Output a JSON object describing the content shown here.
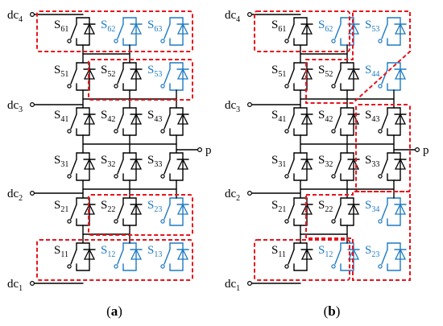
{
  "colors": {
    "normal": "#000000",
    "highlight": "#1e7ac3",
    "boundary": "#e8141c"
  },
  "terminals": {
    "dc4": {
      "base": "dc",
      "sub": "4"
    },
    "dc3": {
      "base": "dc",
      "sub": "3"
    },
    "dc2": {
      "base": "dc",
      "sub": "2"
    },
    "dc1": {
      "base": "dc",
      "sub": "1"
    },
    "p": "p"
  },
  "panels": [
    {
      "id": "a",
      "caption": "a",
      "switches": [
        {
          "label": "61",
          "highlighted": false
        },
        {
          "label": "62",
          "highlighted": true
        },
        {
          "label": "63",
          "highlighted": true
        },
        {
          "label": "51",
          "highlighted": false
        },
        {
          "label": "52",
          "highlighted": false
        },
        {
          "label": "53",
          "highlighted": true
        },
        {
          "label": "41",
          "highlighted": false
        },
        {
          "label": "42",
          "highlighted": false
        },
        {
          "label": "43",
          "highlighted": false
        },
        {
          "label": "31",
          "highlighted": false
        },
        {
          "label": "32",
          "highlighted": false
        },
        {
          "label": "33",
          "highlighted": false
        },
        {
          "label": "21",
          "highlighted": false
        },
        {
          "label": "22",
          "highlighted": false
        },
        {
          "label": "23",
          "highlighted": true
        },
        {
          "label": "11",
          "highlighted": false
        },
        {
          "label": "12",
          "highlighted": true
        },
        {
          "label": "13",
          "highlighted": true
        }
      ]
    },
    {
      "id": "b",
      "caption": "b",
      "switches": [
        {
          "label": "61",
          "highlighted": false
        },
        {
          "label": "62",
          "highlighted": true
        },
        {
          "label": "53",
          "highlighted": true
        },
        {
          "label": "51",
          "highlighted": false
        },
        {
          "label": "52",
          "highlighted": false
        },
        {
          "label": "44",
          "highlighted": true
        },
        {
          "label": "41",
          "highlighted": false
        },
        {
          "label": "42",
          "highlighted": false
        },
        {
          "label": "43",
          "highlighted": false
        },
        {
          "label": "31",
          "highlighted": false
        },
        {
          "label": "32",
          "highlighted": false
        },
        {
          "label": "33",
          "highlighted": false
        },
        {
          "label": "21",
          "highlighted": false
        },
        {
          "label": "22",
          "highlighted": false
        },
        {
          "label": "34",
          "highlighted": true
        },
        {
          "label": "11",
          "highlighted": false
        },
        {
          "label": "12",
          "highlighted": true
        },
        {
          "label": "23",
          "highlighted": true
        }
      ]
    }
  ]
}
